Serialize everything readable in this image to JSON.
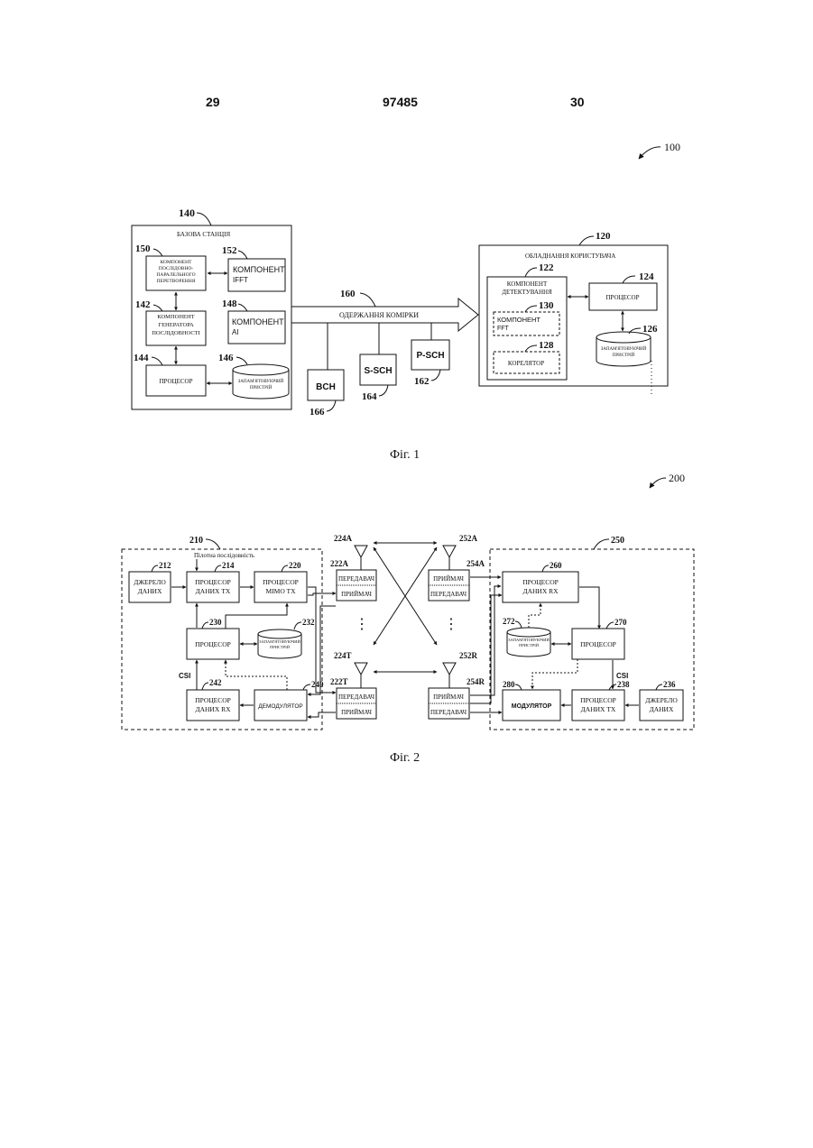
{
  "header": {
    "page_left": "29",
    "patent_number": "97485",
    "page_right": "30"
  },
  "fig1": {
    "ref": "100",
    "caption": "Фіг. 1",
    "base_station": {
      "ref": "140",
      "title": "БАЗОВА СТАНЦІЯ",
      "parallel_conv": {
        "ref": "150",
        "l1": "КОМПОНЕНТ",
        "l2": "ПОСЛІДОВНО-",
        "l3": "ПАРАЛЕЛЬНОГО",
        "l4": "ПЕРЕТВОРЕННЯ"
      },
      "ifft": {
        "ref": "152",
        "l1": "КОМПОНЕНТ",
        "l2": "IFFT"
      },
      "seq_gen": {
        "ref": "142",
        "l1": "КОМПОНЕНТ",
        "l2": "ГЕНЕРАТОРА",
        "l3": "ПОСЛІДОВНОСТІ"
      },
      "ai": {
        "ref": "148",
        "l1": "КОМПОНЕНТ",
        "l2": "AI"
      },
      "processor": {
        "ref": "144",
        "label": "ПРОЦЕСОР"
      },
      "memory": {
        "ref": "146",
        "l1": "ЗАПАМ'ЯТОВУЮЧИЙ",
        "l2": "ПРИСТРІЙ"
      }
    },
    "channel": {
      "ref": "160",
      "label": "ОДЕРЖАННЯ КОМІРКИ"
    },
    "bch": {
      "ref": "166",
      "label": "BCH"
    },
    "ssch": {
      "ref": "164",
      "label": "S-SCH"
    },
    "psch": {
      "ref": "162",
      "label": "P-SCH"
    },
    "user_eq": {
      "ref": "120",
      "title": "ОБЛАДНАННЯ КОРИСТУВАЧА",
      "detect": {
        "ref": "122",
        "l1": "КОМПОНЕНТ",
        "l2": "ДЕТЕКТУВАННЯ"
      },
      "fft": {
        "ref": "130",
        "l1": "КОМПОНЕНТ",
        "l2": "FFT"
      },
      "correlator": {
        "ref": "128",
        "label": "КОРЕЛЯТОР"
      },
      "processor": {
        "ref": "124",
        "label": "ПРОЦЕСОР"
      },
      "memory": {
        "ref": "126",
        "l1": "ЗАПАМ'ЯТОВУЮЧИЙ",
        "l2": "ПРИСТРІЙ"
      }
    }
  },
  "fig2": {
    "ref": "200",
    "caption": "Фіг. 2",
    "left_sys": {
      "ref": "210",
      "pilot_label": "Пілотна послідовність",
      "source": {
        "ref": "212",
        "l1": "ДЖЕРЕЛО",
        "l2": "ДАНИХ"
      },
      "tx_proc": {
        "ref": "214",
        "l1": "ПРОЦЕСОР",
        "l2": "ДАНИХ TX"
      },
      "mimo": {
        "ref": "220",
        "l1": "ПРОЦЕСОР",
        "l2": "MIMO TX"
      },
      "processor": {
        "ref": "230",
        "label": "ПРОЦЕСОР"
      },
      "memory": {
        "ref": "232",
        "l1": "ЗАПАМ'ЯТОВУЮЧИЙ",
        "l2": "ПРИСТРІЙ"
      },
      "csi": "CSI",
      "rx_proc": {
        "ref": "242",
        "l1": "ПРОЦЕСОР",
        "l2": "ДАНИХ RX"
      },
      "demod": {
        "ref": "240",
        "label": "ДЕМОДУЛЯТОР"
      }
    },
    "left_tr_a": {
      "ref": "222A",
      "tx": "ПЕРЕДАВАЧ",
      "rx": "ПРИЙМАЧ",
      "ant": "224A"
    },
    "left_tr_t": {
      "ref": "222T",
      "tx": "ПЕРЕДАВАЧ",
      "rx": "ПРИЙМАЧ",
      "ant": "224T"
    },
    "right_tr_a": {
      "ref": "254A",
      "rx": "ПРИЙМАЧ",
      "tx": "ПЕРЕДАВАЧ",
      "ant": "252A"
    },
    "right_tr_r": {
      "ref": "254R",
      "rx": "ПРИЙМАЧ",
      "tx": "ПЕРЕДАВАЧ",
      "ant": "252R"
    },
    "right_sys": {
      "ref": "250",
      "rx_proc": {
        "ref": "260",
        "l1": "ПРОЦЕСОР",
        "l2": "ДАНИХ RX"
      },
      "memory": {
        "ref": "272",
        "l1": "ЗАПАМ'ЯТОВУЮЧИЙ",
        "l2": "ПРИСТРІЙ"
      },
      "processor": {
        "ref": "270",
        "label": "ПРОЦЕСОР"
      },
      "csi": "CSI",
      "modulator": {
        "ref": "280",
        "label": "МОДУЛЯТОР"
      },
      "tx_proc": {
        "ref": "238",
        "l1": "ПРОЦЕСОР",
        "l2": "ДАНИХ TX"
      },
      "source": {
        "ref": "236",
        "l1": "ДЖЕРЕЛО",
        "l2": "ДАНИХ"
      }
    },
    "dots": "⋮"
  }
}
